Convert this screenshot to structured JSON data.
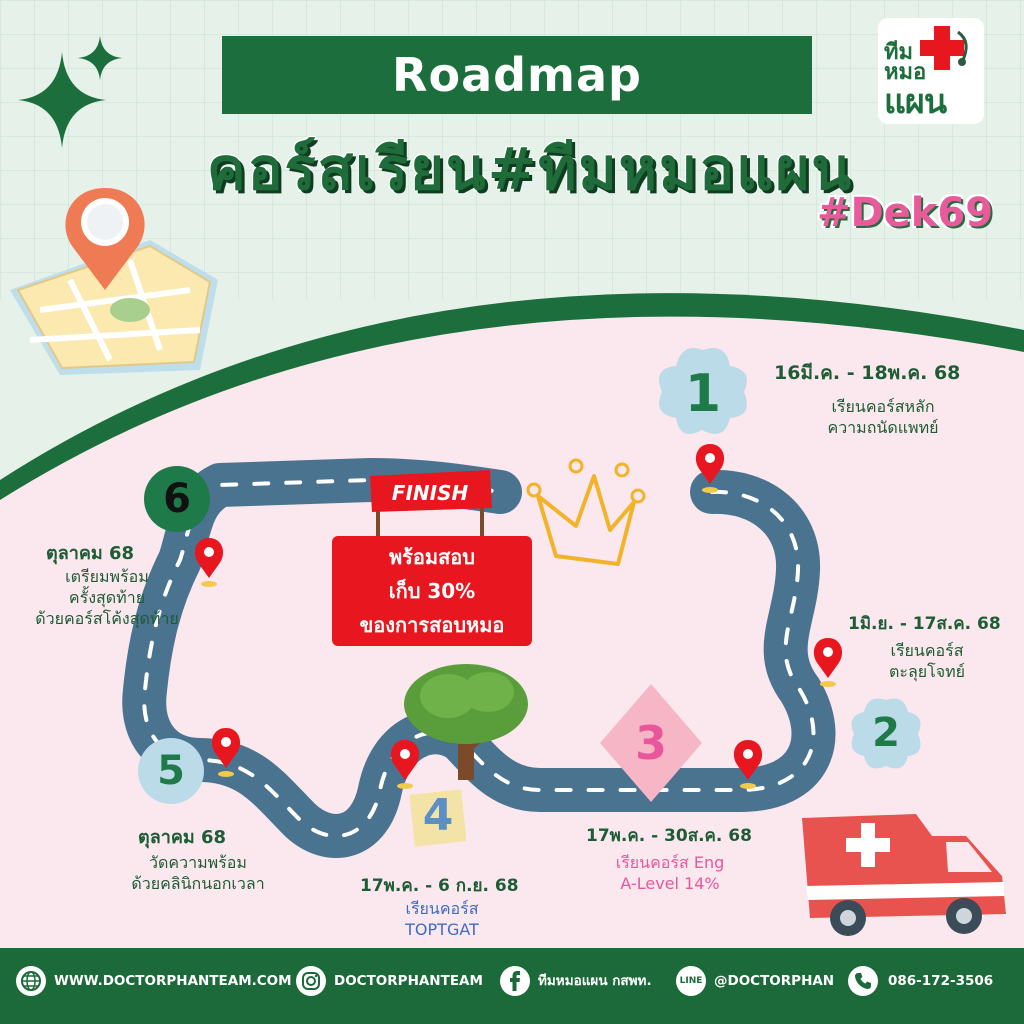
{
  "header": {
    "title_en": "Roadmap",
    "title_th": "คอร์สเรียน#ทีมหมอแผน",
    "hashtag": "#Dek69",
    "logo": {
      "line1": "ทีม",
      "line2": "หมอ",
      "line3": "แผน"
    }
  },
  "milestones": [
    {
      "num": "1",
      "title": "16มี.ค. - 18พ.ค. 68",
      "desc": [
        "เรียนคอร์สหลัก",
        "ความถนัดแพทย์"
      ]
    },
    {
      "num": "2",
      "title": "1มิ.ย. - 17ส.ค. 68",
      "desc": [
        "เรียนคอร์ส",
        "ตะลุยโจทย์"
      ]
    },
    {
      "num": "3",
      "title": "17พ.ค. - 30ส.ค. 68",
      "desc": [
        "เรียนคอร์ส Eng",
        "A-Level 14%"
      ]
    },
    {
      "num": "4",
      "title": "17พ.ค. - 6 ก.ย. 68",
      "desc": [
        "เรียนคอร์ส",
        "TOPTGAT"
      ]
    },
    {
      "num": "5",
      "title": "ตุลาคม 68",
      "desc": [
        "วัดความพร้อม",
        "ด้วยคลินิกนอกเวลา"
      ]
    },
    {
      "num": "6",
      "title": "ตุลาคม 68",
      "desc": [
        "เตรียมพร้อม",
        "ครั้งสุดท้าย",
        "ด้วยคอร์สโค้งสุดท้าย"
      ]
    }
  ],
  "finish": {
    "flag": "FINISH",
    "lines": [
      "พร้อมสอบ",
      "เก็บ 30%",
      "ของการสอบหมอ"
    ]
  },
  "footer": {
    "website": "WWW.DOCTORPHANTEAM.COM",
    "instagram": "DOCTORPHANTEAM",
    "facebook": "ทีมหมอแผน กสพท.",
    "line": "@DOCTORPHAN",
    "phone": "086-172-3506",
    "line_icon_text": "LINE"
  },
  "colors": {
    "green": "#1c6f3c",
    "road": "#4a7390",
    "pink_bg": "#fbe7ee",
    "red": "#e8161e",
    "pink": "#e85b9b"
  },
  "icons": [
    "globe-icon",
    "instagram-icon",
    "facebook-icon",
    "line-icon",
    "phone-icon",
    "map-pin-icon",
    "crown-icon",
    "ambulance-icon",
    "tree-icon",
    "sparkle-icon"
  ]
}
